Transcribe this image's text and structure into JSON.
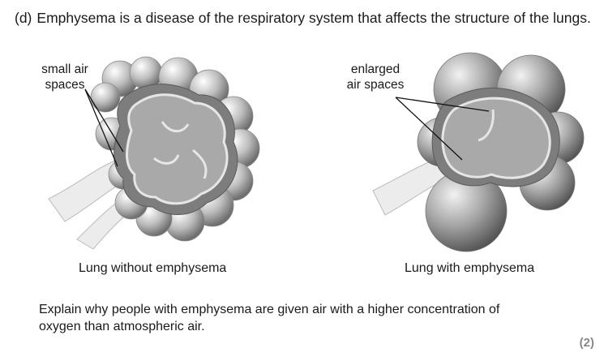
{
  "question": {
    "label": "(d)",
    "text": "Emphysema is a disease of the respiratory system that affects the structure of the lungs."
  },
  "figures": {
    "left": {
      "label_line1": "small air",
      "label_line2": "spaces",
      "caption": "Lung without emphysema"
    },
    "right": {
      "label_line1": "enlarged",
      "label_line2": "air spaces",
      "caption": "Lung with emphysema"
    }
  },
  "prompt": {
    "line1": "Explain why people with emphysema are given air with a higher concentration of",
    "line2": "oxygen than atmospheric air."
  },
  "marks": "(2)"
}
